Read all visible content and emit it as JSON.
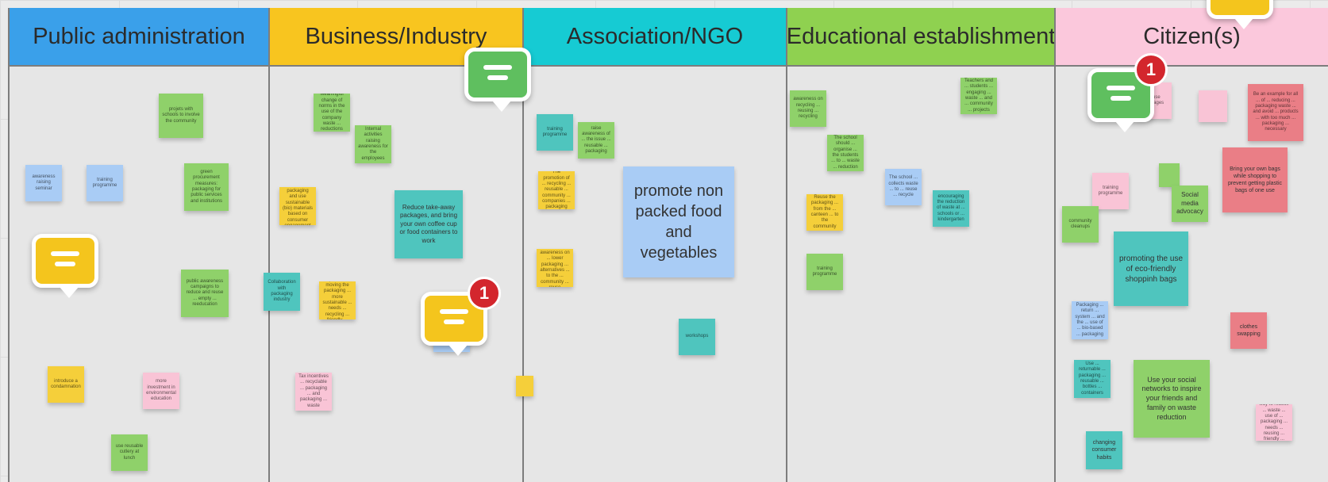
{
  "board": {
    "lanes": [
      {
        "title": "Public administration",
        "color": "#3aa0ea"
      },
      {
        "title": "Business/Industry",
        "color": "#f8c51f"
      },
      {
        "title": "Association/NGO",
        "color": "#16cbd3"
      },
      {
        "title": "Educational establishment",
        "color": "#8fd150"
      },
      {
        "title": "Citizen(s)",
        "color": "#fbc8dc"
      }
    ],
    "notes": [
      {
        "text": "projets with schools to involve the community",
        "color": "green"
      },
      {
        "text": "awareness raising seminar",
        "color": "blue"
      },
      {
        "text": "training programme",
        "color": "blue"
      },
      {
        "text": "green procurement measures: packaging for public services and institutions",
        "color": "green"
      },
      {
        "text": "public awareness campaigns to reduce and reuse ... empty ... reeducation",
        "color": "green"
      },
      {
        "text": "introduce a condamnation",
        "color": "yellow"
      },
      {
        "text": "more investment in environmental education",
        "color": "pink"
      },
      {
        "text": "use reusable cutlery at lunch",
        "color": "green"
      },
      {
        "text": "Meaningful change of norms in the use of the company waste ... reductions",
        "color": "green"
      },
      {
        "text": "Internal activities raising awareness for the employees",
        "color": "green"
      },
      {
        "text": "Reduce take-away packages, and bring your own coffee cup or food containers to work",
        "color": "teal"
      },
      {
        "text": "Companies to limit packaging and use sustainable (bio) materials based on consumer engagement ... rewards",
        "color": "yellow"
      },
      {
        "text": "Collaboration with packaging industry",
        "color": "teal"
      },
      {
        "text": "Progressive path for moving the packaging ... more sustainable ... needs ... recycling ... friendly ... design",
        "color": "yellow"
      },
      {
        "text": "Tax incentives ... recyclable ... packaging ... and packaging ... waste",
        "color": "pink"
      },
      {
        "text": "training programme",
        "color": "teal"
      },
      {
        "text": "raise awareness of ... the issue ... reusable ... packaging",
        "color": "green"
      },
      {
        "text": "The promotion of ... recycling ... reusable ... community ... companies ... packaging",
        "color": "yellow"
      },
      {
        "text": "promote non packed food and vegetables",
        "color": "blue"
      },
      {
        "text": "Raise awareness on ... lower packaging ... alternatives ... to the ... community ... reuse",
        "color": "yellow"
      },
      {
        "text": "workshops",
        "color": "teal"
      },
      {
        "text": "awareness on recycling ... reusing ... recycling",
        "color": "green"
      },
      {
        "text": "Teachers and ... students ... engaging ... waste ... and ... community ... projects",
        "color": "green"
      },
      {
        "text": "The school should ... organise ... the students ... to ... waste ... reduction",
        "color": "green"
      },
      {
        "text": "Reuse the packaging ... from the ... canteen ... to the community",
        "color": "yellow"
      },
      {
        "text": "The school ... collects waste ... to ... reuse ... recycle",
        "color": "blue"
      },
      {
        "text": "encouraging the reduction of waste at ... schools or ... kindergarten",
        "color": "teal"
      },
      {
        "text": "training programme",
        "color": "green"
      },
      {
        "text": "Reuse Packages",
        "color": "pink"
      },
      {
        "text": "",
        "color": "pink"
      },
      {
        "text": "Be an example for all ... of ... reducing ... packaging waste ... and avoid ... products ... with too much ... packaging ... necessary",
        "color": "red"
      },
      {
        "text": "Bring your own bags while shopping to prevent getting plastic bags of one use",
        "color": "red"
      },
      {
        "text": "training programme",
        "color": "pink"
      },
      {
        "text": "",
        "color": "green"
      },
      {
        "text": "Social media advocacy",
        "color": "green"
      },
      {
        "text": "community cleanups",
        "color": "green"
      },
      {
        "text": "promoting the use of eco-friendly shoppinh bags",
        "color": "teal"
      },
      {
        "text": "Packaging ... return ... system ... and the ... use of ... bio-based ... packaging",
        "color": "blue"
      },
      {
        "text": "clothes swapping",
        "color": "red"
      },
      {
        "text": "Use ... returnable ... packaging ... reusable ... bottles ... containers",
        "color": "teal"
      },
      {
        "text": "Use your social networks to inspire your friends and family on waste reduction",
        "color": "green"
      },
      {
        "text": "There is a way to reduce ... waste ... use of ... packaging ... needs ... reusing ... friendly ... choices",
        "color": "pink"
      },
      {
        "text": "changing consumer habits",
        "color": "teal"
      },
      {
        "text": "",
        "color": "yellow"
      },
      {
        "text": "",
        "color": "blue"
      }
    ],
    "comments": [
      {
        "color": "green",
        "badge": ""
      },
      {
        "color": "yellow",
        "badge": ""
      },
      {
        "color": "yellow",
        "badge": "1"
      },
      {
        "color": "green",
        "badge": "1"
      },
      {
        "color": "yellow",
        "badge": ""
      }
    ],
    "colors": {
      "green": "#8fd16a",
      "yellow": "#f5cf3a",
      "blue": "#a9ccf5",
      "teal": "#4fc5be",
      "pink": "#f9c4d6",
      "red": "#ea7e86",
      "comment_green": "#5fbf5f",
      "comment_yellow": "#f4c51d",
      "badge": "#d3262d"
    }
  }
}
